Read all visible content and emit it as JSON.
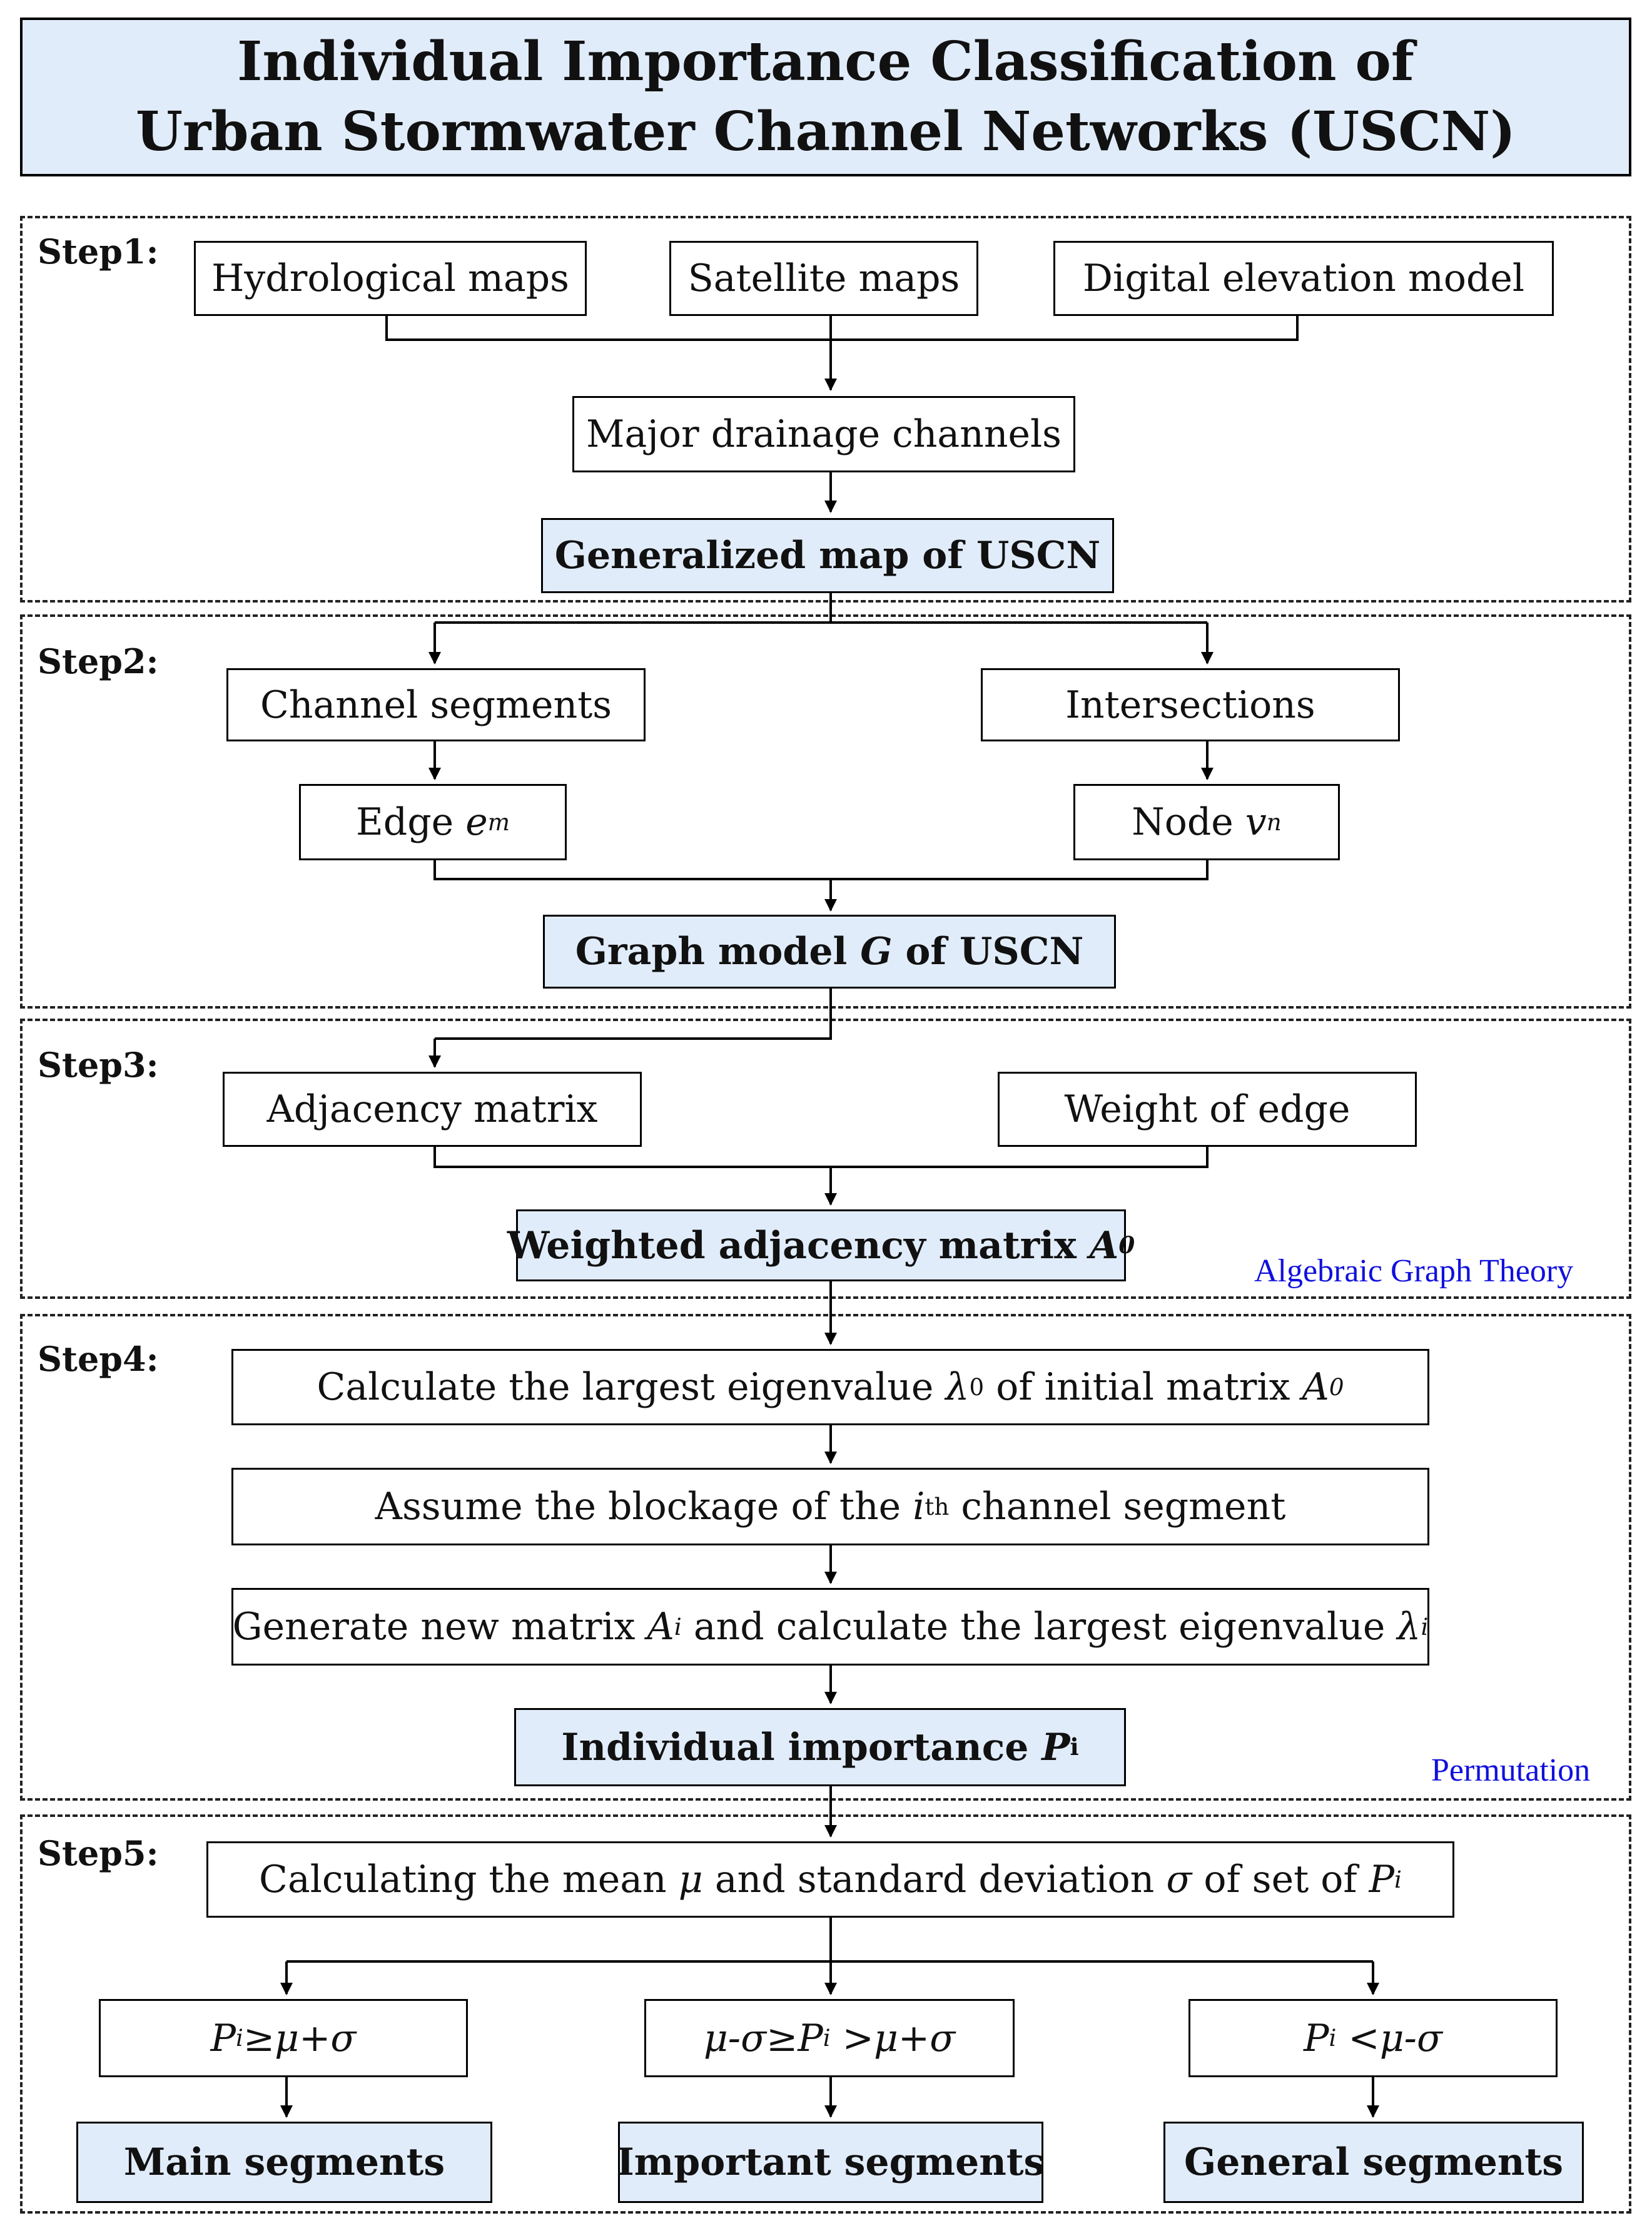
{
  "title": {
    "line1": "Individual Importance Classification of",
    "line2": "Urban Stormwater Channel Networks (USCN)"
  },
  "steps": {
    "step1": {
      "label": "Step1:",
      "inputs": [
        "Hydrological maps",
        "Satellite maps",
        "Digital elevation model"
      ],
      "middle": "Major drainage channels",
      "output": "Generalized map of USCN"
    },
    "step2": {
      "label": "Step2:",
      "left": "Channel segments",
      "right": "Intersections",
      "edge_text": "Edge ",
      "edge_var": "e",
      "edge_sub": "m",
      "node_text": "Node ",
      "node_var": "v",
      "node_sub": "n",
      "output_pre": "Graph model ",
      "output_var": "G",
      "output_post": " of USCN"
    },
    "step3": {
      "label": "Step3:",
      "left": "Adjacency matrix",
      "right": "Weight of edge",
      "output_text": "Weighted adjacency matrix ",
      "output_var": "A",
      "output_sub": "0",
      "note": "Algebraic Graph Theory"
    },
    "step4": {
      "label": "Step4:",
      "b1_pre": "Calculate the largest eigenvalue ",
      "b1_var": "λ",
      "b1_sub": "0",
      "b1_mid": " of initial matrix ",
      "b1_var2": "A",
      "b1_sub2": "0",
      "b2_pre": "Assume the blockage of the ",
      "b2_var": "i",
      "b2_sup": "th",
      "b2_post": " channel segment",
      "b3_pre": "Generate new matrix ",
      "b3_var": "A",
      "b3_sub": "i",
      "b3_mid": " and calculate the largest eigenvalue ",
      "b3_var2": "λ",
      "b3_sub2": "i",
      "output_text": "Individual importance ",
      "output_var": "P",
      "output_sub": "i",
      "note": "Permutation"
    },
    "step5": {
      "label": "Step5:",
      "calc_pre": "Calculating the mean ",
      "calc_mu": "μ",
      "calc_mid": " and standard deviation ",
      "calc_sigma": "σ",
      "calc_mid2": " of set of ",
      "calc_var": "P",
      "calc_sub": "i",
      "cond1": {
        "v1": "P",
        "s1": "i",
        "rest": "≥μ+σ"
      },
      "cond2": {
        "pre": "μ-σ≥",
        "v1": "P",
        "s1": "i",
        "rest": " >μ+σ"
      },
      "cond3": {
        "v1": "P",
        "s1": "i",
        "rest": " <μ-σ"
      },
      "out1": "Main segments",
      "out2": "Important segments",
      "out3": "General segments"
    }
  }
}
